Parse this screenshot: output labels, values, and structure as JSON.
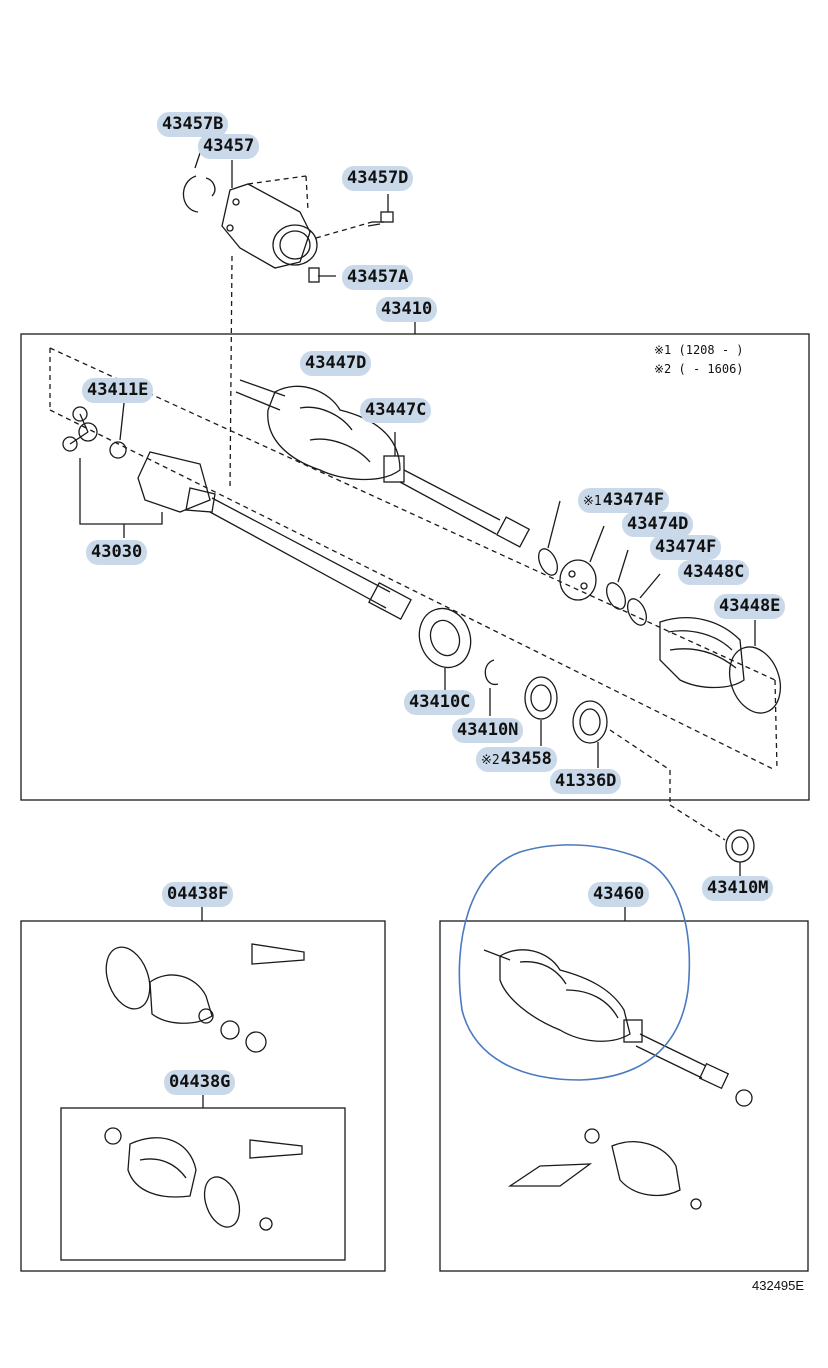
{
  "parts": {
    "p43457B": "43457B",
    "p43457": "43457",
    "p43457D": "43457D",
    "p43457A": "43457A",
    "p43410": "43410",
    "p43447D": "43447D",
    "p43411E": "43411E",
    "p43447C": "43447C",
    "p43474F_1": "43474F",
    "p43474D": "43474D",
    "p43474F_2": "43474F",
    "p43448C": "43448C",
    "p43030": "43030",
    "p43448E": "43448E",
    "p43410C": "43410C",
    "p43410N": "43410N",
    "p43458": "43458",
    "p41336D": "41336D",
    "p43410M": "43410M",
    "p04438F": "04438F",
    "p43460": "43460",
    "p04438G": "04438G"
  },
  "marks": {
    "m1": "※1",
    "m2": "※2"
  },
  "legend": {
    "line1": "※1 (1208 -      )",
    "line2": "※2 (      - 1606)"
  },
  "figure_ref": "432495E"
}
